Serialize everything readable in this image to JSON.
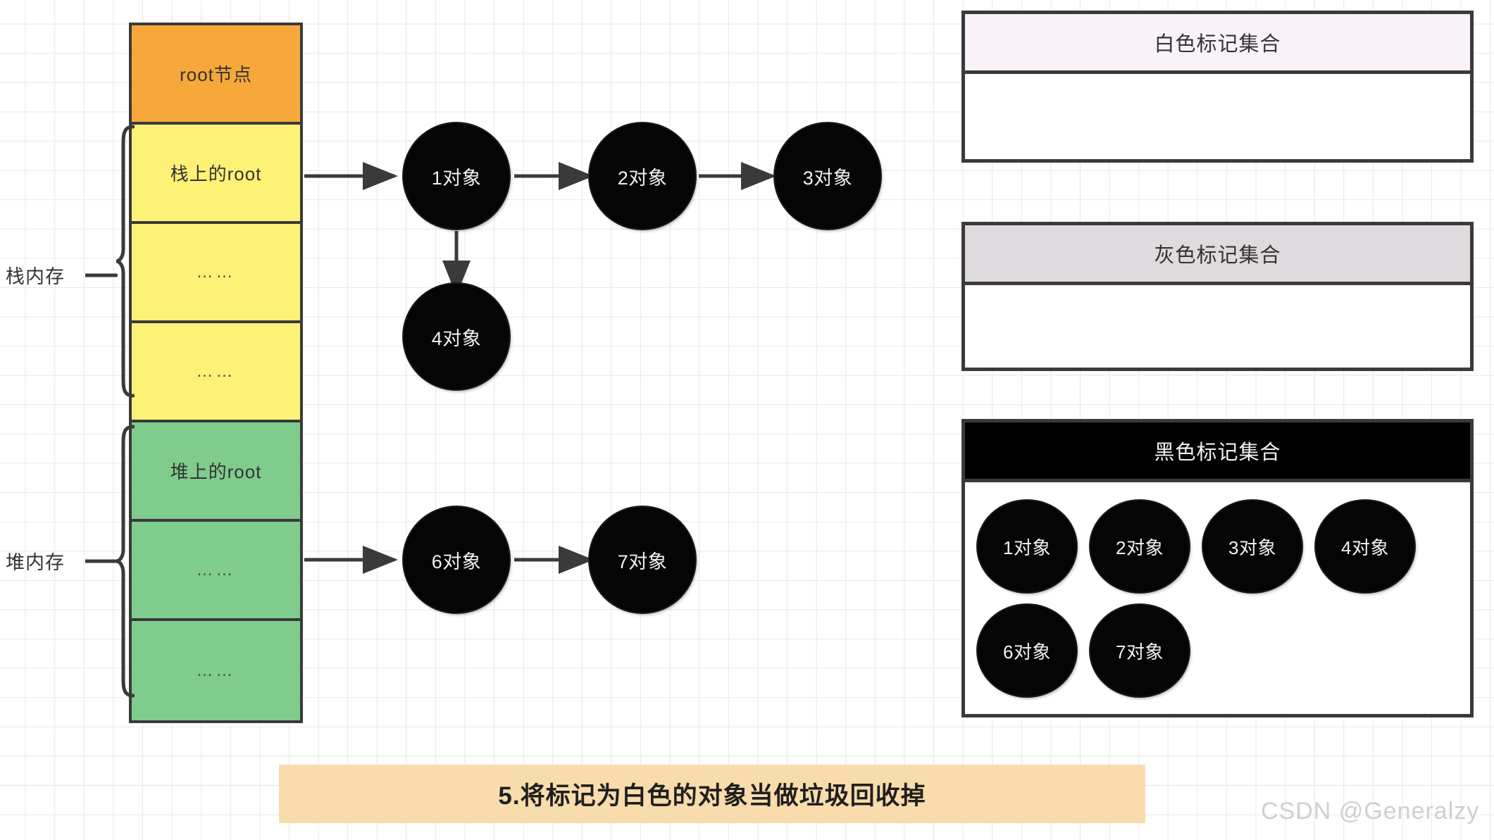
{
  "memory_column": {
    "cells": [
      {
        "label": "root节点",
        "region": "root",
        "is_dots": false
      },
      {
        "label": "栈上的root",
        "region": "stack",
        "is_dots": false
      },
      {
        "label": "……",
        "region": "stack",
        "is_dots": true
      },
      {
        "label": "……",
        "region": "stack",
        "is_dots": true
      },
      {
        "label": "堆上的root",
        "region": "heap",
        "is_dots": false
      },
      {
        "label": "……",
        "region": "heap",
        "is_dots": true
      },
      {
        "label": "……",
        "region": "heap",
        "is_dots": true
      }
    ],
    "colors": {
      "root": "#f6a83a",
      "stack": "#fdf176",
      "heap": "#7fcc8c",
      "border": "#3a3a3a"
    }
  },
  "side_labels": {
    "stack_memory": "栈内存",
    "heap_memory": "堆内存"
  },
  "graph": {
    "nodes": [
      {
        "id": "obj1",
        "label": "1对象"
      },
      {
        "id": "obj2",
        "label": "2对象"
      },
      {
        "id": "obj3",
        "label": "3对象"
      },
      {
        "id": "obj4",
        "label": "4对象"
      },
      {
        "id": "obj6",
        "label": "6对象"
      },
      {
        "id": "obj7",
        "label": "7对象"
      }
    ],
    "edges": [
      {
        "from": "stack-root-cell",
        "to": "obj1"
      },
      {
        "from": "obj1",
        "to": "obj2"
      },
      {
        "from": "obj2",
        "to": "obj3"
      },
      {
        "from": "obj1",
        "to": "obj4"
      },
      {
        "from": "heap-dots-cell",
        "to": "obj6"
      },
      {
        "from": "obj6",
        "to": "obj7"
      }
    ]
  },
  "sets": {
    "white": {
      "title": "白色标记集合",
      "header_color": "#faf2f9",
      "items": []
    },
    "gray": {
      "title": "灰色标记集合",
      "header_color": "#dfdadd",
      "items": []
    },
    "black": {
      "title": "黑色标记集合",
      "header_color": "#000000",
      "items": [
        {
          "label": "1对象"
        },
        {
          "label": "2对象"
        },
        {
          "label": "3对象"
        },
        {
          "label": "4对象"
        },
        {
          "label": "6对象"
        },
        {
          "label": "7对象"
        }
      ]
    }
  },
  "caption": {
    "text": "5.将标记为白色的对象当做垃圾回收掉",
    "background": "#f9dcac"
  },
  "watermark": {
    "text": "CSDN @Generalzy"
  }
}
